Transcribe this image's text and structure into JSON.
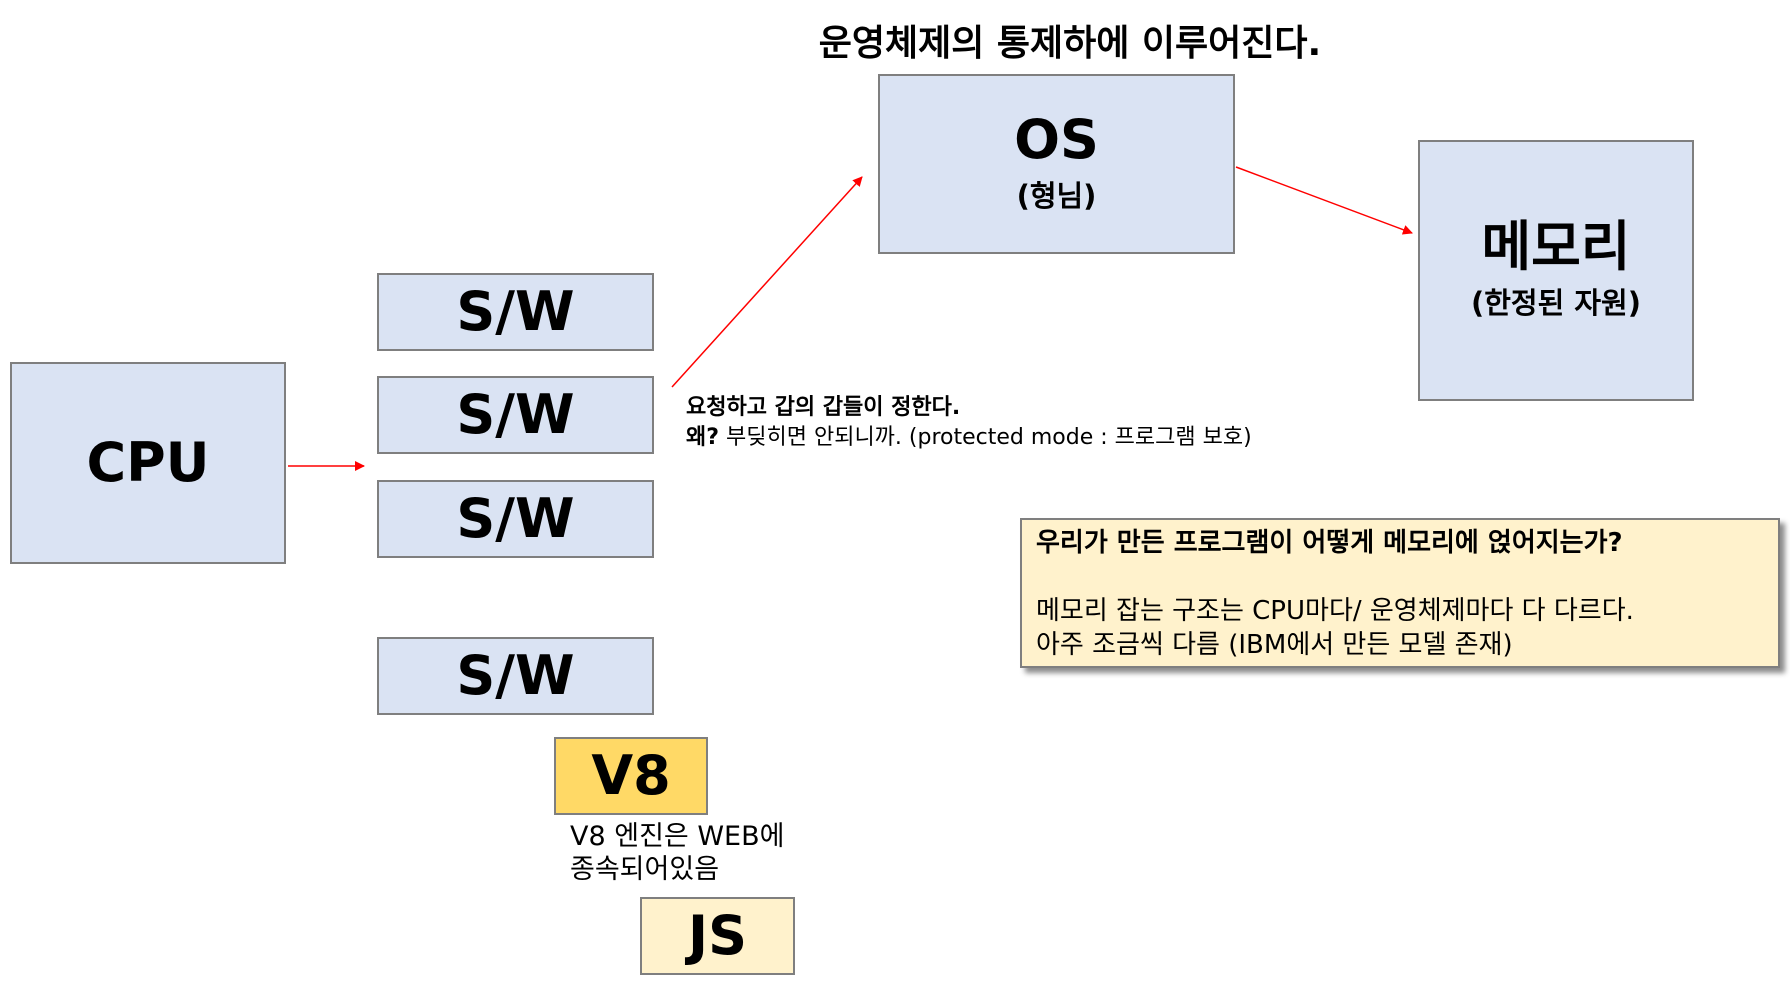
{
  "title": "운영체제의 통제하에 이루어진다.",
  "cpu": {
    "label": "CPU"
  },
  "sw_boxes": [
    "S/W",
    "S/W",
    "S/W",
    "S/W"
  ],
  "os": {
    "label": "OS",
    "sub": "(형님)"
  },
  "memory": {
    "label": "메모리",
    "sub": "(한정된 자원)"
  },
  "request_note": {
    "line1": "요청하고 갑의 갑들이 정한다.",
    "line2_bold": "왜?",
    "line2_rest": " 부딪히면 안되니까. (protected mode : 프로그램 보호)"
  },
  "callout": {
    "heading": "우리가 만든 프로그램이 어떻게 메모리에 얹어지는가?",
    "line1": "메모리 잡는 구조는 CPU마다/ 운영체제마다 다 다르다.",
    "line2": "아주 조금씩 다름 (IBM에서 만든 모델 존재)"
  },
  "v8": {
    "label": "V8",
    "note1": "V8 엔진은 WEB에",
    "note2": "종속되어있음"
  },
  "js": {
    "label": "JS"
  },
  "colors": {
    "box_fill": "#dae3f3",
    "box_border": "#7f7f7f",
    "arrow": "#ff0000",
    "v8_fill": "#ffd966",
    "js_fill": "#fff2cc",
    "callout_fill": "#fff2cc"
  }
}
